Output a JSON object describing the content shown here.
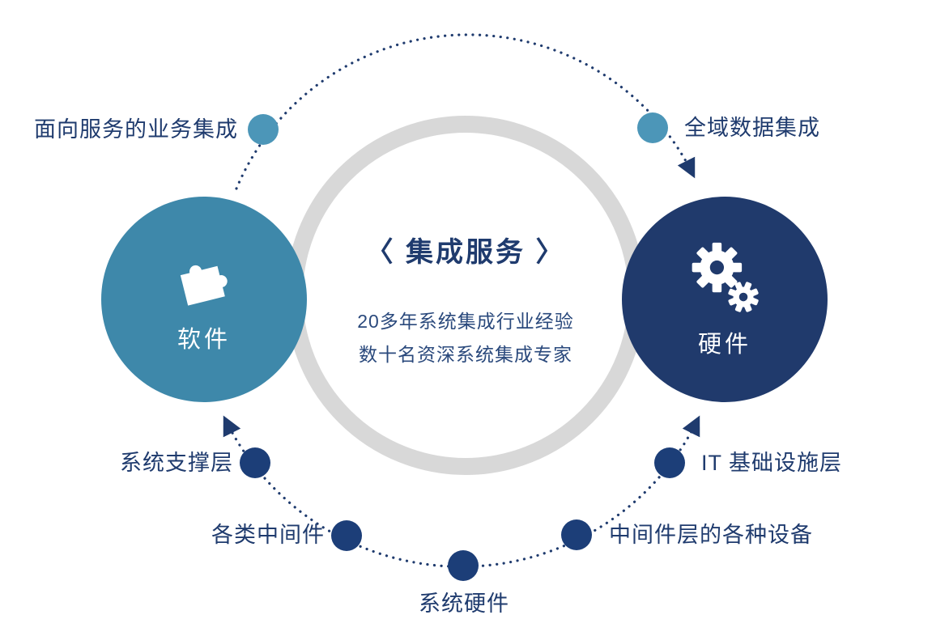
{
  "title_block": {
    "title": "〈 集成服务 〉",
    "subtitle_line1": "20多年系统集成行业经验",
    "subtitle_line2": "数十名资深系统集成专家"
  },
  "left_circle": {
    "label": "软件",
    "icon": "puzzle-icon"
  },
  "right_circle": {
    "label": "硬件",
    "icon": "gears-icon"
  },
  "top_nodes": [
    {
      "label": "面向服务的业务集成"
    },
    {
      "label": "全域数据集成"
    }
  ],
  "bottom_nodes": [
    {
      "label": "系统支撑层"
    },
    {
      "label": "各类中间件"
    },
    {
      "label": "系统硬件"
    },
    {
      "label": "中间件层的各种设备"
    },
    {
      "label": "IT 基础设施层"
    }
  ],
  "colors": {
    "teal_circle": "#3E88AA",
    "teal_dot": "#4C96B8",
    "navy_circle": "#203A6C",
    "navy_dot": "#1C3E78",
    "ring_gray": "#D8D8D8",
    "connector_line": "#1F3B6E",
    "label_text": "#1F3B6E"
  }
}
